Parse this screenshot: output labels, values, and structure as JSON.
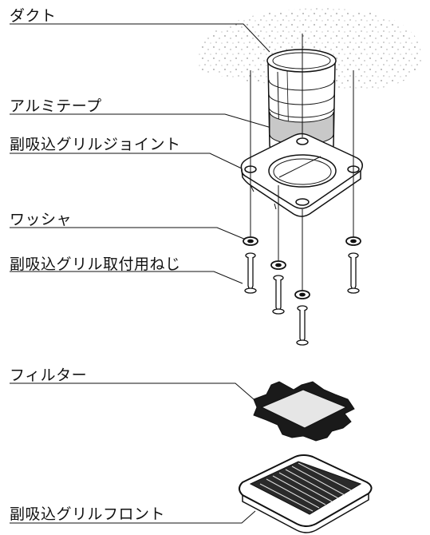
{
  "labels": {
    "duct": "ダクト",
    "aluminum_tape": "アルミテープ",
    "grille_joint": "副吸込グリルジョイント",
    "washer": "ワッシャ",
    "grille_screw": "副吸込グリル取付用ねじ",
    "filter": "フィルター",
    "grille_front": "副吸込グリルフロント"
  },
  "colors": {
    "line": "#111111",
    "tape": "#c8c8c8",
    "filter_fill": "#e6e6e6",
    "frame": "#1a1a1a"
  }
}
